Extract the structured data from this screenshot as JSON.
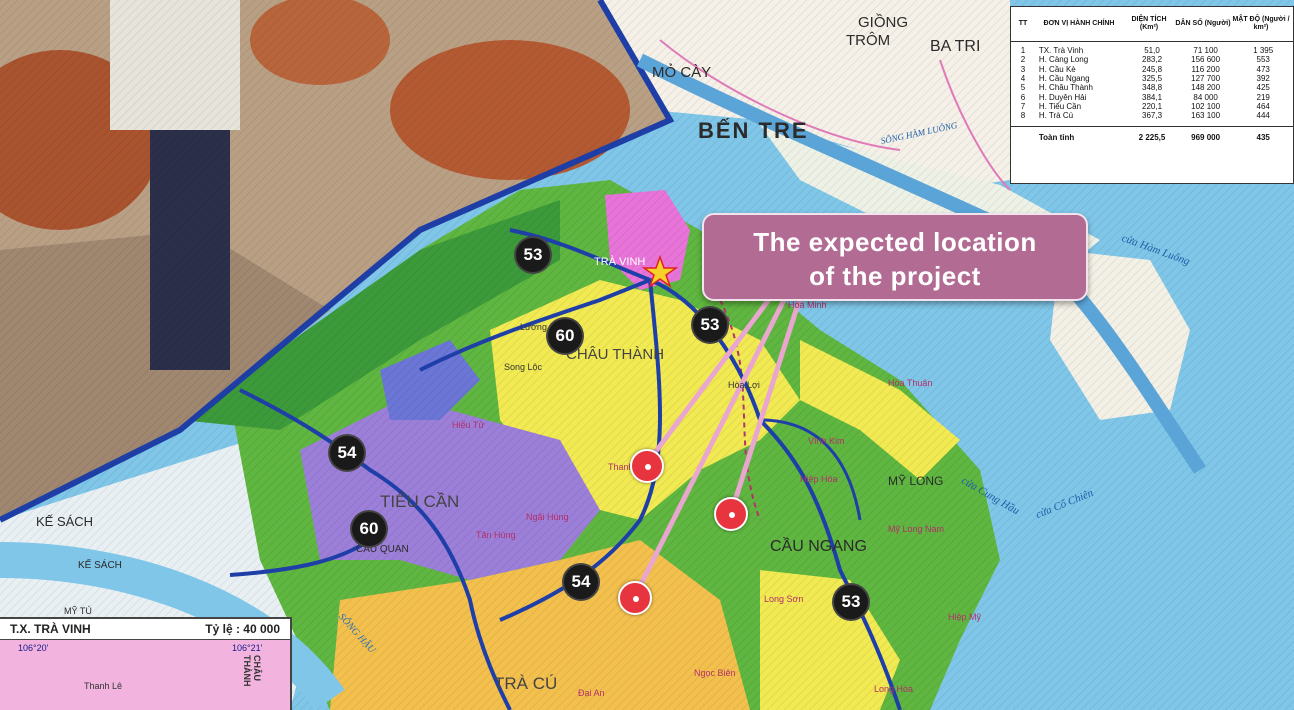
{
  "callout": {
    "line1": "The expected location",
    "line2": "of the project",
    "color": "#b26b93"
  },
  "provinces": {
    "ben_tre": "BẾN TRE",
    "giong_trom_1": "GIỒNG",
    "giong_trom_2": "TRÔM",
    "ba_tri": "BA TRI",
    "mo_cay": "MỎ CÀY",
    "ke_sach_1": "KẾ SÁCH",
    "ke_sach_2": "KẾ SÁCH"
  },
  "districts": {
    "chau_thanh": "CHÂU THÀNH",
    "cau_ngang": "CẦU NGANG",
    "tieu_can": "TIỂU CẦN",
    "tra_cu": "TRÀ CÚ",
    "tra_vinh": "TRÀ VINH"
  },
  "places": {
    "hoa_minh": "Hòa Minh",
    "hoa_thuan": "Hòa Thuận",
    "my_long": "MỸ LONG",
    "vinh_kim": "Vĩnh Kim",
    "hiep_hoa": "Hiệp Hòa",
    "my_long_nam": "Mỹ Long Nam",
    "thanh_my": "Thanh Mỹ",
    "long_hoa": "Long Hòa",
    "hoa_loi": "Hòa Lợi",
    "song_loc": "Song Lộc",
    "luong_hoa": "Lương Hòa",
    "hieu_tu": "Hiếu Tử",
    "tan_hung": "Tân Hùng",
    "ngai_hung": "Ngãi Hùng",
    "cau_quan": "CẦU QUAN",
    "dai_an": "Đại An",
    "ngoc_bien": "Ngọc Biên",
    "long_son": "Long Sơn",
    "hiep_my": "Hiệp Mỹ",
    "my_tu": "MỸ TÚ"
  },
  "rivers": {
    "ham_luong_1": "cửa Hàm Luông",
    "ham_luong_2": "SÔNG HÀM LUÔNG",
    "cung_hau": "cửa Cung Hầu",
    "co_chien": "cửa Cổ Chiên",
    "song_hau": "SÔNG HẬU"
  },
  "routes": [
    "53",
    "60",
    "53",
    "54",
    "60",
    "54",
    "53"
  ],
  "stats_table": {
    "headers": [
      "TT",
      "ĐƠN VỊ HÀNH CHÍNH",
      "DIỆN TÍCH (Km²)",
      "DÂN SỐ (Người)",
      "MẬT ĐỘ (Người / km²)"
    ],
    "rows": [
      [
        "1",
        "TX. Trà Vinh",
        "51,0",
        "71 100",
        "1 395"
      ],
      [
        "2",
        "H. Càng Long",
        "283,2",
        "156 600",
        "553"
      ],
      [
        "3",
        "H. Cầu Kè",
        "245,8",
        "116 200",
        "473"
      ],
      [
        "4",
        "H. Cầu Ngang",
        "325,5",
        "127 700",
        "392"
      ],
      [
        "5",
        "H. Châu Thành",
        "348,8",
        "148 200",
        "425"
      ],
      [
        "6",
        "H. Duyên Hải",
        "384,1",
        "84 000",
        "219"
      ],
      [
        "7",
        "H. Tiểu Cần",
        "220,1",
        "102 100",
        "464"
      ],
      [
        "8",
        "H. Trà Cú",
        "367,3",
        "163 100",
        "444"
      ]
    ],
    "total": [
      "",
      "Toàn tỉnh",
      "2 225,5",
      "969 000",
      "435"
    ]
  },
  "inset": {
    "title": "T.X. TRÀ VINH",
    "scale": "Tỷ lệ : 40 000",
    "coord_left": "106°20'",
    "coord_right": "106°21'",
    "label_chau_thanh": "CHÂU THÀNH",
    "label_thanh_le": "Thanh Lê"
  },
  "colors": {
    "sea": "#7fc6e8",
    "land_green": "#5fb640",
    "land_yellow": "#f2ea52",
    "land_purple": "#9c7fd8",
    "land_orange": "#f3c04e",
    "land_pink": "#e874d9",
    "route_line": "#1f3fa8",
    "pin": "#e8343f"
  }
}
